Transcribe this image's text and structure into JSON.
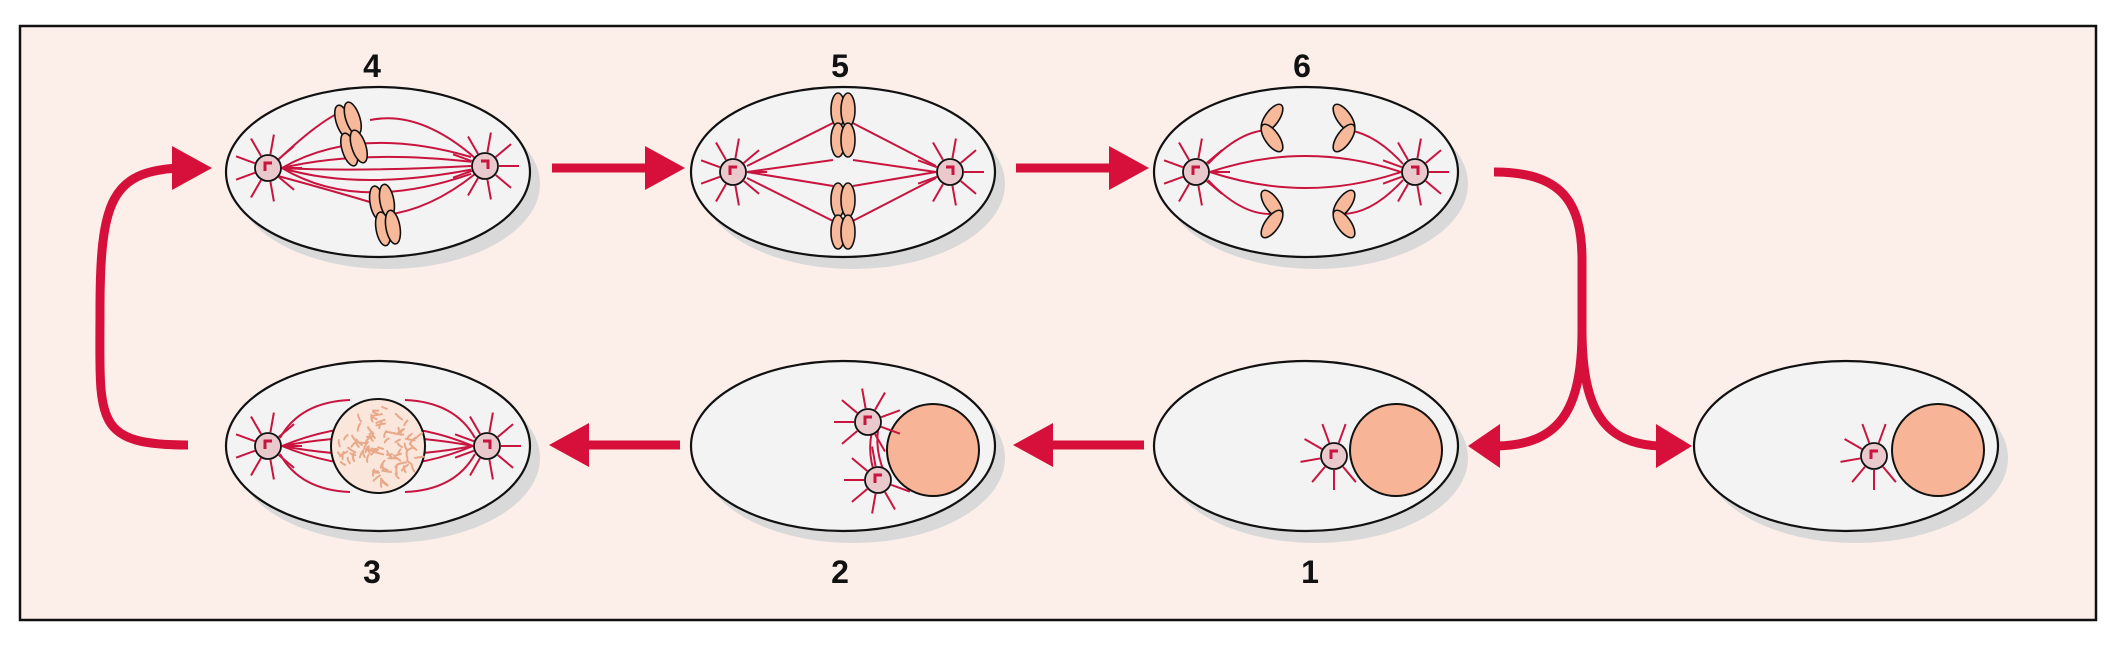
{
  "colors": {
    "panel_background": "#fcefea",
    "frame": "#111111",
    "cell_fill": "#f3f3f3",
    "cell_shadow": "#d9d9d9",
    "arrow": "#d6103b",
    "spindle": "#c8143e",
    "centrosome_fill": "#e9c9cc",
    "nucleus_fill": "#f7b496",
    "chromosome_fill": "#f7b99a"
  },
  "steps": {
    "one": "1",
    "two": "2",
    "three": "3",
    "four": "4",
    "five": "5",
    "six": "6"
  }
}
